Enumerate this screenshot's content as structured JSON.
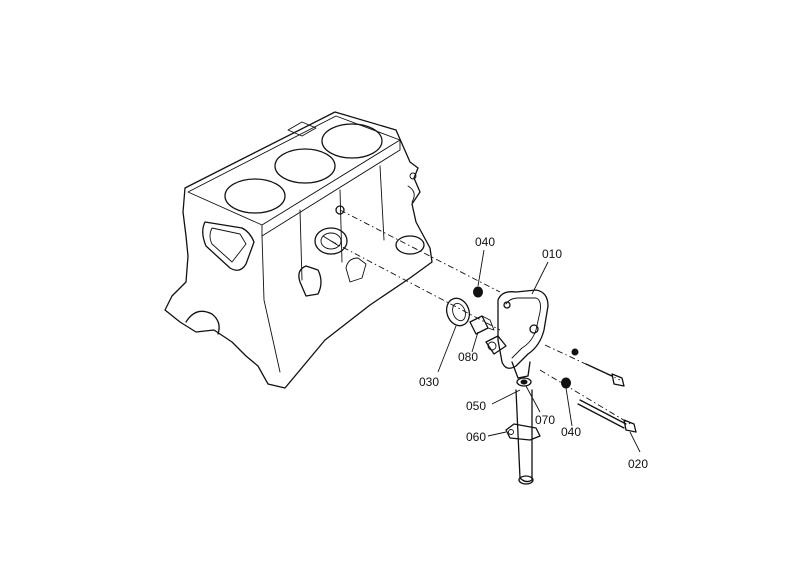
{
  "labels": {
    "p010": "010",
    "p020": "020",
    "p030": "030",
    "p040a": "040",
    "p040b": "040",
    "p050": "050",
    "p060": "060",
    "p070": "070",
    "p080": "080"
  },
  "colors": {
    "ink": "#111111",
    "paper": "#ffffff"
  }
}
